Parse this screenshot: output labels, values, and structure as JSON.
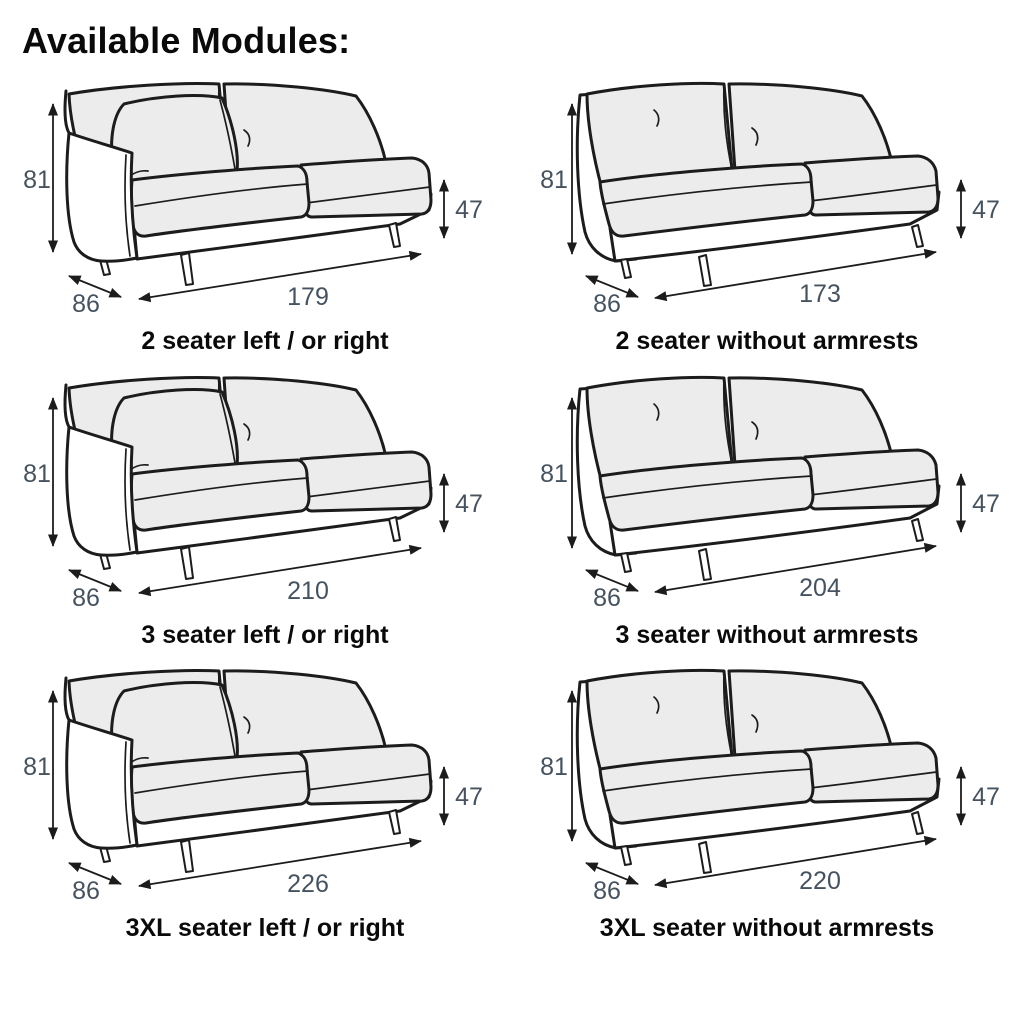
{
  "title": "Available Modules:",
  "colors": {
    "background": "#ffffff",
    "line": "#1c1c1c",
    "cushion_fill": "#ececec",
    "dim_text": "#46535f",
    "caption_text": "#0a0a0a"
  },
  "modules": [
    {
      "name": "2-seater-left-right",
      "label": "2 seater left / or right",
      "armrest": "left",
      "height": "81",
      "depth": "86",
      "width": "179",
      "seat_height": "47"
    },
    {
      "name": "2-seater-no-armrests",
      "label": "2 seater without armrests",
      "armrest": "none",
      "height": "81",
      "depth": "86",
      "width": "173",
      "seat_height": "47"
    },
    {
      "name": "3-seater-left-right",
      "label": "3 seater left / or right",
      "armrest": "left",
      "height": "81",
      "depth": "86",
      "width": "210",
      "seat_height": "47"
    },
    {
      "name": "3-seater-no-armrests",
      "label": "3 seater without armrests",
      "armrest": "none",
      "height": "81",
      "depth": "86",
      "width": "204",
      "seat_height": "47"
    },
    {
      "name": "3xl-seater-left-right",
      "label": "3XL seater left / or right",
      "armrest": "left",
      "height": "81",
      "depth": "86",
      "width": "226",
      "seat_height": "47"
    },
    {
      "name": "3xl-seater-no-armrests",
      "label": "3XL seater without armrests",
      "armrest": "none",
      "height": "81",
      "depth": "86",
      "width": "220",
      "seat_height": "47"
    }
  ]
}
